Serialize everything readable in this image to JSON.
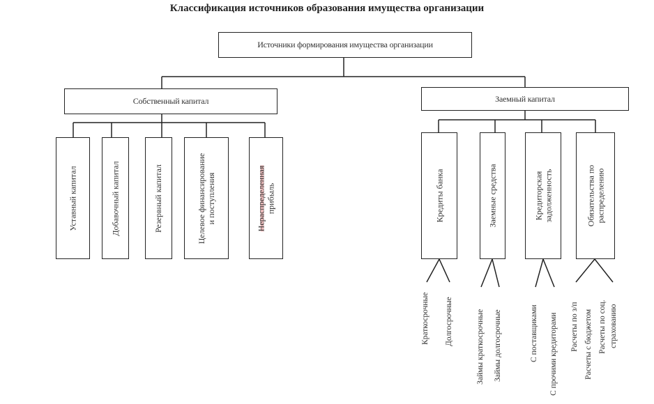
{
  "title": "Классификация источников образования имущества организации",
  "root": {
    "label": "Источники формирования имущества организации"
  },
  "own_capital": {
    "label": "Собственный капитал",
    "items": [
      {
        "lines": [
          "Уставный капитал"
        ]
      },
      {
        "lines": [
          "Добавочный капитал"
        ]
      },
      {
        "lines": [
          "Резервный капитал"
        ]
      },
      {
        "lines": [
          "Целевое финансирование",
          "и поступления"
        ]
      },
      {
        "lines": [
          "Нераспределенная",
          "прибыль"
        ]
      }
    ]
  },
  "borrowed_capital": {
    "label": "Заемный капитал",
    "items": [
      {
        "lines": [
          "Кредиты банка"
        ],
        "children": [
          "Краткосрочные",
          "Долгосрочные"
        ]
      },
      {
        "lines": [
          "Заемные средства"
        ],
        "children": [
          "Займы краткосрочные",
          "Займы долгосрочные"
        ]
      },
      {
        "lines": [
          "Кредиторская",
          "задолженность"
        ],
        "children": [
          "С поставщиками",
          "С прочими кредиторами"
        ]
      },
      {
        "lines": [
          "Обязательства по",
          "распределению"
        ],
        "children": [
          "Расчеты по з/п",
          "Расчеты с бюджетом",
          "Расчеты по соц.",
          "страхованию"
        ]
      }
    ]
  },
  "colors": {
    "line": "#222222",
    "text": "#333333",
    "highlight": "#c83c3c"
  }
}
